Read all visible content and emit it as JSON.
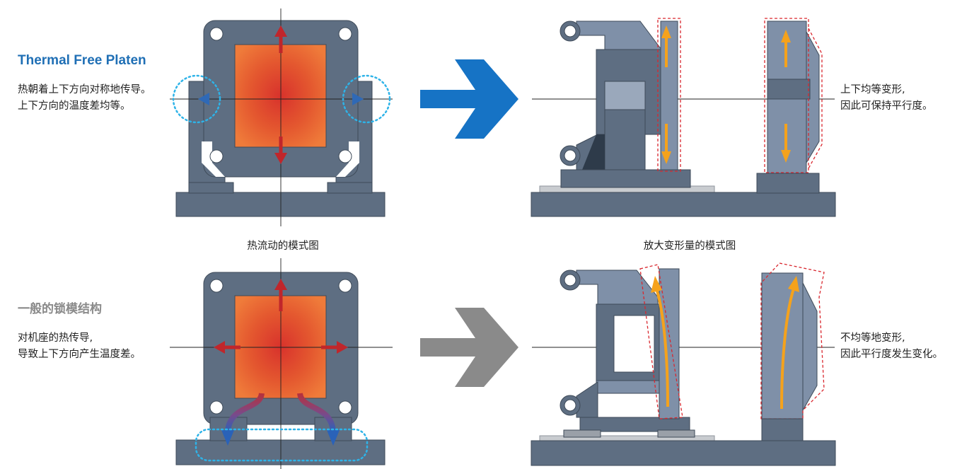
{
  "thermal_free": {
    "title": "Thermal Free Platen",
    "desc_line1": "热朝着上下方向对称地传导。",
    "desc_line2": "上下方向的温度差均等。",
    "result_line1": "上下均等变形,",
    "result_line2": "因此可保持平行度。"
  },
  "general": {
    "title": "一般的锁模结构",
    "desc_line1": "对机座的热传导,",
    "desc_line2": "导致上下方向产生温度差。",
    "result_line1": "不均等地变形,",
    "result_line2": "因此平行度发生变化。"
  },
  "captions": {
    "heat_flow": "热流动的模式图",
    "deformation": "放大变形量的模式图"
  },
  "colors": {
    "structure": "#5e6e82",
    "structure_light": "#7f90a8",
    "heat_center": "#d8322c",
    "heat_edge": "#ef7b3a",
    "arrow_red": "#c0262b",
    "arrow_blue": "#2f69b6",
    "arrow_orange": "#f5a21c",
    "big_arrow_blue": "#1673c5",
    "big_arrow_gray": "#8a8a8a",
    "dotted_cyan": "#2eb3e8",
    "dashed_red": "#d9272e"
  }
}
